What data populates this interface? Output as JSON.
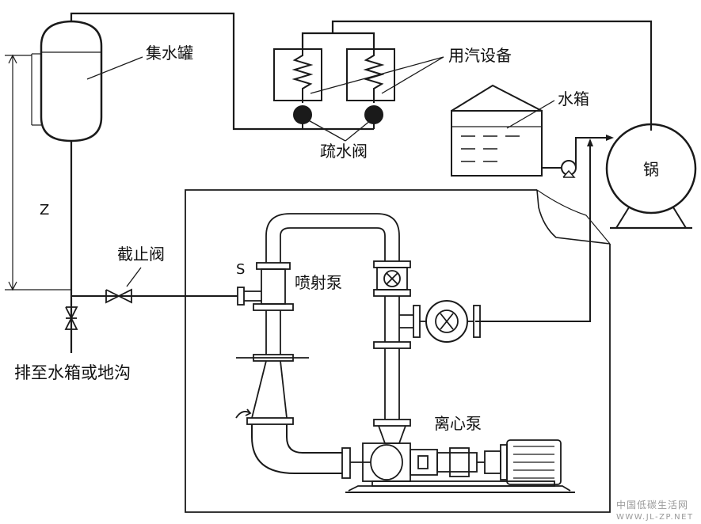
{
  "labels": {
    "collector_tank": "集水罐",
    "steam_equipment": "用汽设备",
    "water_tank": "水箱",
    "boiler": "锅",
    "trap_valve": "疏水阀",
    "height": "Z",
    "stop_valve": "截止阀",
    "suction": "S",
    "jet_pump": "喷射泵",
    "drain_to": "排至水箱或地沟",
    "centrifugal_pump": "离心泵"
  },
  "watermark": {
    "line1": "中国低碳生活网",
    "line2": "WWW.JL-ZP.NET"
  },
  "colors": {
    "line": "#1a1a1a",
    "background": "#ffffff",
    "watermark": "#9a9a9a"
  }
}
